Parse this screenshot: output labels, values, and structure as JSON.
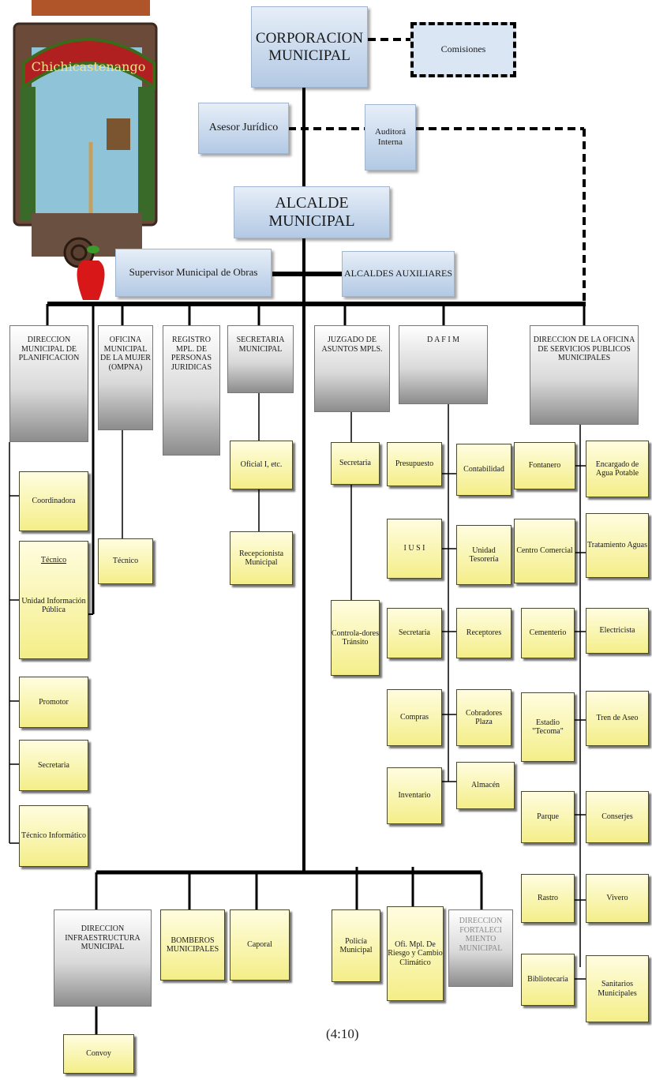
{
  "top": {
    "corporacion": "CORPORACION MUNICIPAL",
    "comisiones": "Comisiones",
    "asesor": "Asesor Jurídico",
    "auditoria": "Auditorá Interna",
    "alcalde": "ALCALDE MUNICIPAL",
    "supervisor": "Supervisor Municipal de Obras",
    "auxiliares": "ALCALDES AUXILIARES"
  },
  "logo": {
    "text": "Chichicastenango"
  },
  "departments": {
    "planificacion": "DIRECCION MUNICIPAL DE PLANIFICACION",
    "mujer": "OFICINA MUNICIPAL DE LA MUJER (OMPNA)",
    "registro": "REGISTRO MPL. DE PERSONAS JURIDICAS",
    "secretaria": "SECRETARIA MUNICIPAL",
    "juzgado": "JUZGADO DE ASUNTOS MPLS.",
    "dafim": "D A F I M",
    "servicios": "DIRECCION DE LA OFICINA DE SERVICIOS PUBLICOS MUNICIPALES"
  },
  "planificacion_units": {
    "coordinadora": "Coordinadora",
    "tecnico_title": "Técnico",
    "unidad_info": "Unidad Información Pública",
    "promotor": "Promotor",
    "secretaria": "Secretaria",
    "tecnico_info": "Técnico Informático"
  },
  "mujer_units": {
    "tecnico": "Técnico"
  },
  "secretaria_units": {
    "oficial": "Oficial I, etc.",
    "recepcionista": "Recepcionista Municipal"
  },
  "juzgado_units": {
    "secretaria": "Secretaria",
    "controladores": "Controla-dores Tránsito"
  },
  "dafim_units": {
    "presupuesto": "Presupuesto",
    "contabilidad": "Contabilidad",
    "iusi": "I U S I",
    "unidad_tesoreria": "Unidad Tesorería",
    "secretaria": "Secretaria",
    "receptores": "Receptores",
    "compras": "Compras",
    "cobradores": "Cobradores Plaza",
    "inventario": "Inventario",
    "almacen": "Almacén"
  },
  "servicios_units": {
    "fontanero": "Fontanero",
    "encargado_agua": "Encargado de Agua Potable",
    "centro_comercial": "Centro Comercial",
    "tratamiento": "Tratamiento Aguas",
    "cementerio": "Cementerio",
    "electricista": "Electricista",
    "estadio": "Estadio \"Tecoma\"",
    "tren_aseo": "Tren de Aseo",
    "parque": "Parque",
    "conserjes": "Conserjes",
    "rastro": "Rastro",
    "vivero": "Vivero",
    "biblioteca": "Bibliotecaria",
    "sanitarios": "Sanitarios Municipales"
  },
  "bottom": {
    "infraestructura": "DIRECCION INFRAESTRUCTURA MUNICIPAL",
    "convoy": "Convoy",
    "bomberos": "BOMBEROS MUNICIPALES",
    "caporal": "Caporal",
    "policia": "Policía Municipal",
    "ofi_riesgo": "Ofi. Mpl. De Riesgo y Cambio Climático",
    "fortalecimiento": "DIRECCION FORTALECI MIENTO MUNICIPAL"
  },
  "footer": "(4:10)"
}
